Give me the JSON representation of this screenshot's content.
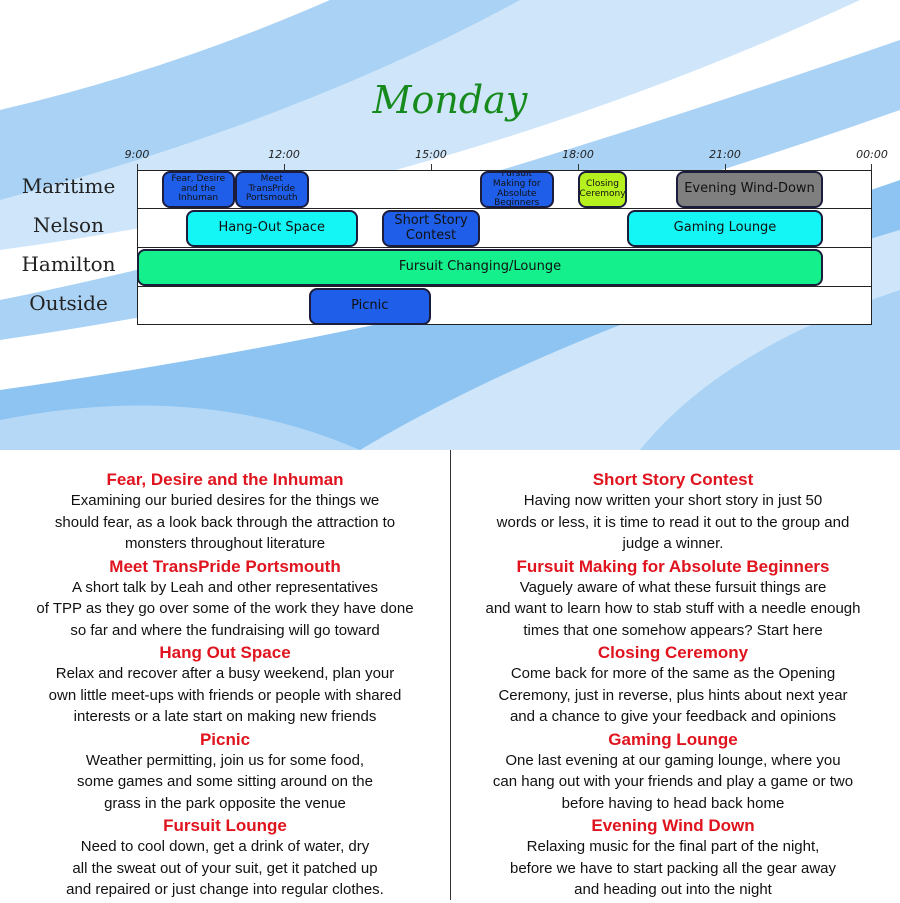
{
  "page": {
    "title": "Monday",
    "colors": {
      "title": "#178a1e",
      "heading": "#e0141e",
      "stripe_light": "#cfe6fa",
      "stripe_mid": "#a9d2f5",
      "stripe_dark": "#8ec4f2"
    }
  },
  "schedule": {
    "time_labels": [
      "9:00",
      "12:00",
      "15:00",
      "18:00",
      "21:00",
      "00:00"
    ],
    "rows": [
      {
        "label": "Maritime"
      },
      {
        "label": "Nelson"
      },
      {
        "label": "Hamilton"
      },
      {
        "label": "Outside"
      }
    ],
    "events": [
      {
        "key": "fear",
        "label": "Fear, Desire and the Inhuman",
        "row": 0,
        "start": "9:30",
        "end": "11:00",
        "color": "#1f5ee8"
      },
      {
        "key": "tpp",
        "label": "Meet TransPride Portsmouth",
        "row": 0,
        "start": "11:00",
        "end": "12:30",
        "color": "#1f5ee8"
      },
      {
        "key": "fursuit-making",
        "label": "Fursuit Making for Absolute Beginners",
        "row": 0,
        "start": "16:00",
        "end": "17:30",
        "color": "#1f5ee8"
      },
      {
        "key": "closing",
        "label": "Closing Ceremony",
        "row": 0,
        "start": "18:00",
        "end": "19:00",
        "color": "#b6f01e"
      },
      {
        "key": "wind-down",
        "label": "Evening Wind-Down",
        "row": 0,
        "start": "20:00",
        "end": "23:00",
        "color": "#7f7f7f"
      },
      {
        "key": "hangout",
        "label": "Hang-Out Space",
        "row": 1,
        "start": "10:00",
        "end": "13:30",
        "color": "#14f5f5"
      },
      {
        "key": "story",
        "label": "Short Story Contest",
        "row": 1,
        "start": "14:00",
        "end": "16:00",
        "color": "#1f5ee8"
      },
      {
        "key": "gaming",
        "label": "Gaming Lounge",
        "row": 1,
        "start": "19:00",
        "end": "23:00",
        "color": "#14f5f5"
      },
      {
        "key": "fursuit-lounge",
        "label": "Fursuit Changing/Lounge",
        "row": 2,
        "start": "9:00",
        "end": "23:00",
        "color": "#14f08c"
      },
      {
        "key": "picnic",
        "label": "Picnic",
        "row": 3,
        "start": "12:30",
        "end": "15:00",
        "color": "#1f5ee8"
      }
    ]
  },
  "descriptions": {
    "left": [
      {
        "heading": "Fear, Desire and the Inhuman",
        "lines": [
          "Examining our buried desires for the things we",
          "should fear, as a look back through the attraction to",
          "monsters throughout literature"
        ]
      },
      {
        "heading": "Meet TransPride Portsmouth",
        "lines": [
          "A short talk by Leah and other representatives",
          "of TPP as they go over some of the work they have done",
          "so far and where the fundraising will go toward"
        ]
      },
      {
        "heading": "Hang Out Space",
        "lines": [
          "Relax and recover after a busy weekend, plan your",
          "own little meet-ups with friends or people with shared",
          "interests or a late start on making new friends"
        ]
      },
      {
        "heading": "Picnic",
        "lines": [
          "Weather permitting, join us for some food,",
          "some games and some sitting around on the",
          "grass in the park opposite the venue"
        ]
      },
      {
        "heading": "Fursuit Lounge",
        "lines": [
          "Need to cool down, get a drink of water, dry",
          "all the sweat out of your suit, get it patched up",
          "and repaired or just change into regular clothes."
        ]
      }
    ],
    "right": [
      {
        "heading": "Short Story Contest",
        "lines": [
          "Having now written your short story in just 50",
          "words or less, it is time to read it out to the group and",
          "judge a winner."
        ]
      },
      {
        "heading": "Fursuit Making for Absolute Beginners",
        "lines": [
          "Vaguely aware of what these fursuit things are",
          "and want to learn how to stab stuff with a needle enough",
          "times that one somehow appears? Start here"
        ]
      },
      {
        "heading": "Closing Ceremony",
        "lines": [
          "Come back for more of the same as the Opening",
          "Ceremony, just in reverse, plus hints about next year",
          "and a chance to give your feedback and opinions"
        ]
      },
      {
        "heading": "Gaming Lounge",
        "lines": [
          "One last evening at our gaming lounge, where you",
          "can hang out with your friends and play a game or two",
          "before having to head back home"
        ]
      },
      {
        "heading": "Evening Wind Down",
        "lines": [
          "Relaxing music for the final part of the night,",
          "before we have to start packing all the gear away",
          "and heading out into the night"
        ]
      }
    ]
  }
}
